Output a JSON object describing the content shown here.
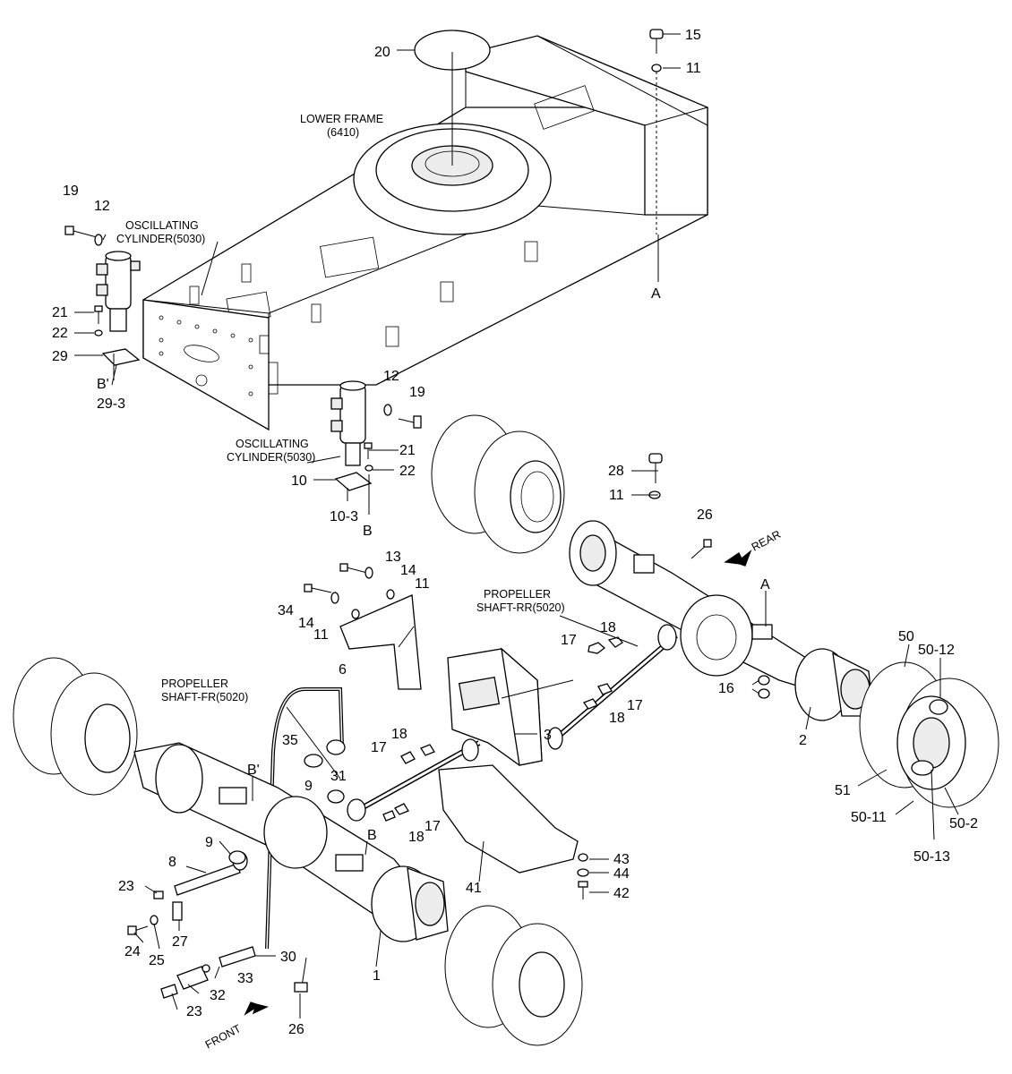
{
  "diagram": {
    "captions": {
      "lower_frame_1": "LOWER FRAME",
      "lower_frame_2": "(6410)",
      "osc_cyl_top_1": "OSCILLATING",
      "osc_cyl_top_2": "CYLINDER(5030)",
      "osc_cyl_mid_1": "OSCILLATING",
      "osc_cyl_mid_2": "CYLINDER(5030)",
      "prop_rr_1": "PROPELLER",
      "prop_rr_2": "SHAFT-RR(5020)",
      "prop_fr_1": "PROPELLER",
      "prop_fr_2": "SHAFT-FR(5020)",
      "rear": "REAR",
      "front": "FRONT"
    },
    "callouts": [
      {
        "id": "c20",
        "text": "20"
      },
      {
        "id": "c15",
        "text": "15"
      },
      {
        "id": "c11a",
        "text": "11"
      },
      {
        "id": "cA1",
        "text": "A"
      },
      {
        "id": "c19a",
        "text": "19"
      },
      {
        "id": "c12a",
        "text": "12"
      },
      {
        "id": "c21a",
        "text": "21"
      },
      {
        "id": "c22a",
        "text": "22"
      },
      {
        "id": "c29",
        "text": "29"
      },
      {
        "id": "cBp1",
        "text": "B'"
      },
      {
        "id": "c29_3",
        "text": "29-3"
      },
      {
        "id": "c12b",
        "text": "12"
      },
      {
        "id": "c19b",
        "text": "19"
      },
      {
        "id": "c21b",
        "text": "21"
      },
      {
        "id": "c22b",
        "text": "22"
      },
      {
        "id": "c10",
        "text": "10"
      },
      {
        "id": "c10_3",
        "text": "10-3"
      },
      {
        "id": "cB1",
        "text": "B"
      },
      {
        "id": "c28",
        "text": "28"
      },
      {
        "id": "c11b",
        "text": "11"
      },
      {
        "id": "c26a",
        "text": "26"
      },
      {
        "id": "c13",
        "text": "13"
      },
      {
        "id": "c14a",
        "text": "14"
      },
      {
        "id": "c11c",
        "text": "11"
      },
      {
        "id": "c34",
        "text": "34"
      },
      {
        "id": "c14b",
        "text": "14"
      },
      {
        "id": "c11d",
        "text": "11"
      },
      {
        "id": "c6",
        "text": "6"
      },
      {
        "id": "cA2",
        "text": "A"
      },
      {
        "id": "c18a",
        "text": "18"
      },
      {
        "id": "c17a",
        "text": "17"
      },
      {
        "id": "c16",
        "text": "16"
      },
      {
        "id": "c50",
        "text": "50"
      },
      {
        "id": "c50_12",
        "text": "50-12"
      },
      {
        "id": "c18b",
        "text": "18"
      },
      {
        "id": "c17b",
        "text": "17"
      },
      {
        "id": "c3",
        "text": "3"
      },
      {
        "id": "c2",
        "text": "2"
      },
      {
        "id": "c51",
        "text": "51"
      },
      {
        "id": "c50_11",
        "text": "50-11"
      },
      {
        "id": "c50_2",
        "text": "50-2"
      },
      {
        "id": "c50_13",
        "text": "50-13"
      },
      {
        "id": "c35",
        "text": "35"
      },
      {
        "id": "c18c",
        "text": "18"
      },
      {
        "id": "c17c",
        "text": "17"
      },
      {
        "id": "cBp2",
        "text": "B'"
      },
      {
        "id": "c31",
        "text": "31"
      },
      {
        "id": "c9a",
        "text": "9"
      },
      {
        "id": "c18d",
        "text": "18"
      },
      {
        "id": "c17d",
        "text": "17"
      },
      {
        "id": "cB2",
        "text": "B"
      },
      {
        "id": "c9b",
        "text": "9"
      },
      {
        "id": "c8",
        "text": "8"
      },
      {
        "id": "c23a",
        "text": "23"
      },
      {
        "id": "c41",
        "text": "41"
      },
      {
        "id": "c43",
        "text": "43"
      },
      {
        "id": "c44",
        "text": "44"
      },
      {
        "id": "c42",
        "text": "42"
      },
      {
        "id": "c27",
        "text": "27"
      },
      {
        "id": "c24",
        "text": "24"
      },
      {
        "id": "c25",
        "text": "25"
      },
      {
        "id": "c30",
        "text": "30"
      },
      {
        "id": "c33",
        "text": "33"
      },
      {
        "id": "c1",
        "text": "1"
      },
      {
        "id": "c32",
        "text": "32"
      },
      {
        "id": "c23b",
        "text": "23"
      },
      {
        "id": "c26b",
        "text": "26"
      }
    ]
  }
}
